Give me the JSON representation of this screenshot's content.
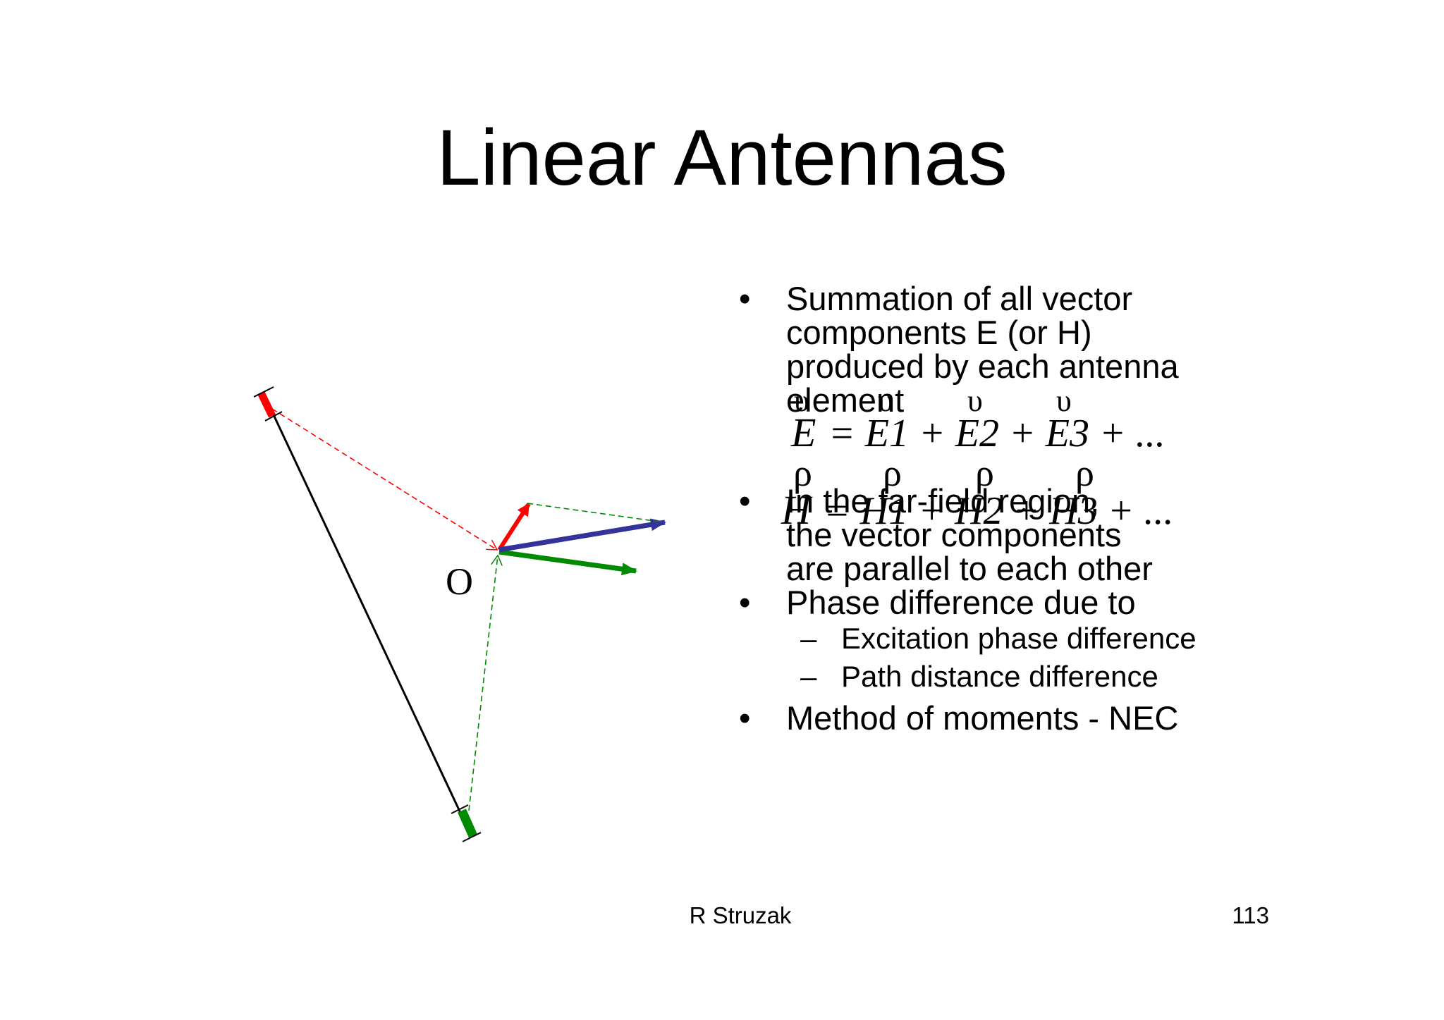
{
  "slide": {
    "title": "Linear Antennas",
    "origin_label": "O",
    "bullets": [
      {
        "text": "Summation of all vector\ncomponents E (or H)\nproduced by each antenna\nelement"
      },
      {
        "text": "In the far-field region,\nthe vector components\nare parallel to each other"
      },
      {
        "text": "Phase difference due to"
      },
      {
        "text": "Method of moments - NEC"
      }
    ],
    "sub_bullets": [
      "Excitation phase difference",
      "Path distance difference"
    ],
    "bullet_symbol": "•",
    "dash_symbol": "–",
    "equations": {
      "e_lhs": "E",
      "e_rhs": "= E1 + E2 + E3 + ...",
      "h_lhs": "H",
      "h_rhs": "= H1 + H2 + H3 + ...",
      "over_e": "υ",
      "over_h": "ρ"
    },
    "footer_author": "R Struzak",
    "page_number": "113"
  },
  "colors": {
    "red": "#ff0000",
    "green": "#008a00",
    "blue": "#333399",
    "black": "#000000"
  }
}
